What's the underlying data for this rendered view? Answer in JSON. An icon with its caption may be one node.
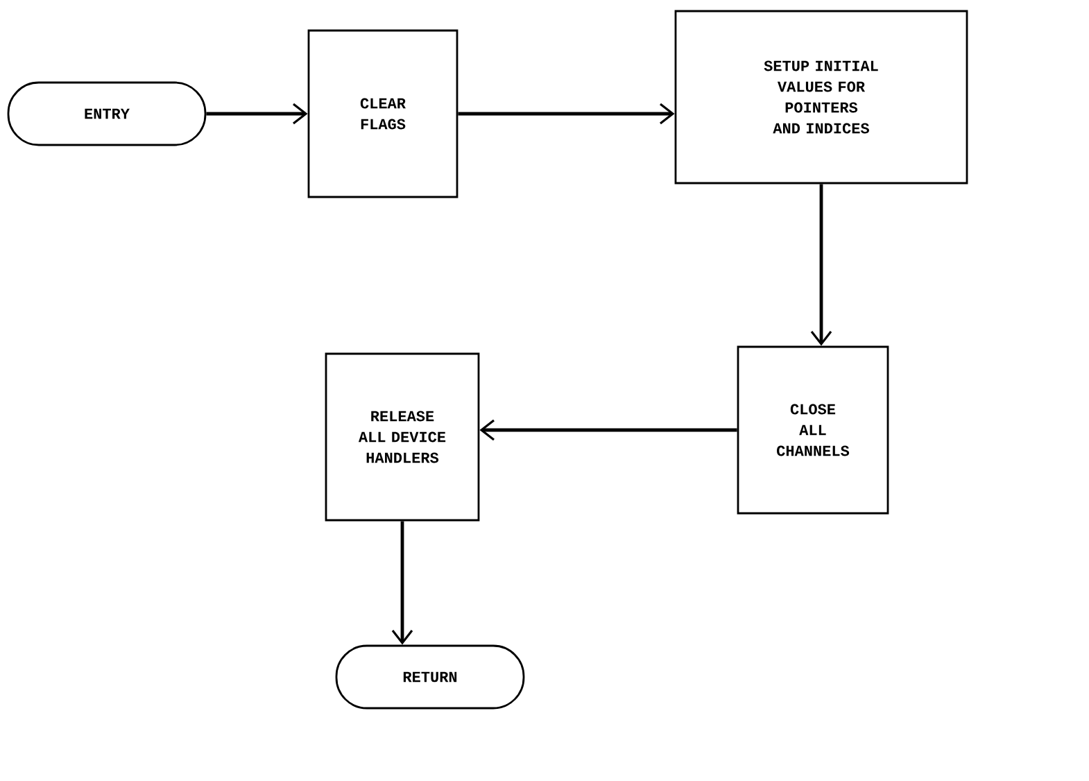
{
  "diagram": {
    "nodes": [
      {
        "text": [
          "ENTRY"
        ]
      },
      {
        "text": [
          "CLEAR FLAGS"
        ]
      },
      {
        "text": [
          "SETUP INITIAL VALUES FOR POINTERS AND INDICES"
        ]
      },
      {
        "text": [
          "CLOSE ALL CHANNELS"
        ]
      },
      {
        "text": [
          "RELEASE ALL DEVICE HANDLERS"
        ]
      },
      {
        "text": [
          "RETURN"
        ]
      }
    ],
    "edges": [
      {
        "from": 0,
        "to": 1,
        "arrow": "to"
      },
      {
        "from": 1,
        "to": 2,
        "arrow": "to"
      },
      {
        "from": 2,
        "to": 3,
        "arrow": "to"
      },
      {
        "from": 3,
        "to": 4,
        "arrow": "to"
      },
      {
        "from": 4,
        "to": 5,
        "arrow": "to"
      }
    ]
  }
}
